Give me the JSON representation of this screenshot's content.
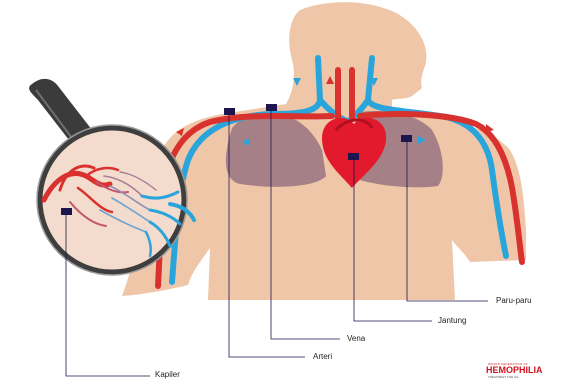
{
  "labels": {
    "paru_paru": "Paru-paru",
    "jantung": "Jantung",
    "vena": "Vena",
    "arteri": "Arteri",
    "kapiler": "Kapiler"
  },
  "logo": {
    "top_text": "WORLD FEDERATION OF",
    "main_text": "HEMOPHILIA",
    "bottom_text": "TREATMENT FOR ALL"
  },
  "colors": {
    "skin": "#efc7a8",
    "artery": "#d9322e",
    "vein": "#2aa5dc",
    "lung": "#8f6b7e",
    "marker": "#1c1550",
    "handle": "#3b3b3b"
  }
}
